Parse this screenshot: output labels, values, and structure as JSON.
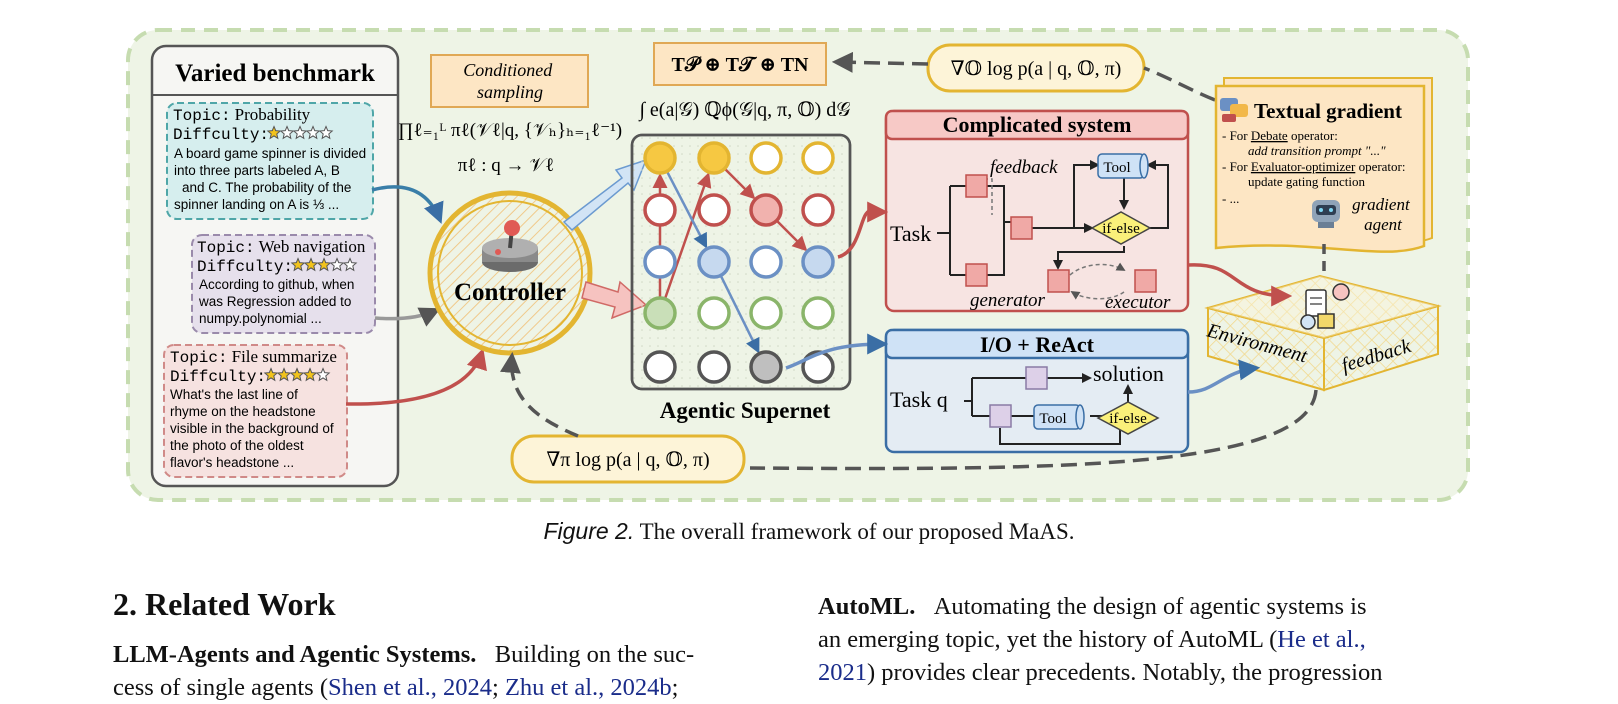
{
  "figure": {
    "benchmark_title": "Varied benchmark",
    "cards": [
      {
        "topic_key": "Topic:",
        "topic": "Probability",
        "diff_key": "Diffculty:",
        "stars": 1,
        "lines": [
          "A board game spinner is divided",
          "into three parts labeled A, B",
          "and C. The probability of the",
          "spinner landing on A is ⅓ ..."
        ]
      },
      {
        "topic_key": "Topic:",
        "topic": "Web navigation",
        "diff_key": "Diffculty:",
        "stars": 3,
        "lines": [
          "According to github, when",
          "was Regression added to",
          "numpy.polynomial  ..."
        ]
      },
      {
        "topic_key": "Topic:",
        "topic": "File summarize",
        "diff_key": "Diffculty:",
        "stars": 4,
        "lines": [
          "What's the last line of",
          "rhyme on the headstone",
          "visible in the background of",
          "the photo of the oldest",
          "flavor's headstone ..."
        ]
      }
    ],
    "conditioned_sampling": [
      "Conditioned",
      "sampling"
    ],
    "product_formula": "∏ℓ₌₁ᴸ πℓ(𝒱ℓ|q, {𝒱ₕ}ₕ₌₁ℓ⁻¹)",
    "policy_formula": "πℓ :  q → 𝒱ℓ",
    "controller_label": "Controller",
    "operator_formula": "T𝒫 ⊕ T𝒯 ⊕ TN",
    "integral_formula": "∫ e(a|𝒢) ℚϕ(𝒢|q, π, 𝕆) d𝒢",
    "supernet_label": "Agentic Supernet",
    "grad_top": "∇𝕆 log p(a | q, 𝕆, π)",
    "grad_bottom": "∇π log p(a | q, 𝕆, π)",
    "complicated": {
      "title": "Complicated system",
      "task": "Task",
      "feedback": "feedback",
      "tool": "Tool",
      "ifelse": "if-else",
      "generator": "generator",
      "executor": "executor"
    },
    "io": {
      "title": "I/O + ReAct",
      "task": "Task q",
      "solution": "solution",
      "tool": "Tool",
      "ifelse": "if-else"
    },
    "textual": {
      "title": "Textual gradient",
      "line1_pre": "- For ",
      "line1_u": "Debate",
      "line1_post": " operator:",
      "line2": "add transition prompt \"...\"",
      "line3_pre": "- For ",
      "line3_u": "Evaluator-optimizer",
      "line3_post": " operator:",
      "line4": "update gating function",
      "line5": "- ...",
      "agent1": "gradient",
      "agent2": "agent"
    },
    "environment": "Environment",
    "env_feedback": "feedback",
    "colors": {
      "yellow": "#e3b531",
      "red": "#c0504d",
      "blue": "#6b90c4",
      "green": "#8ab56a",
      "gray": "#555555",
      "panel_bg": "#eef4e6"
    }
  },
  "caption": {
    "label": "Figure 2.",
    "text": " The overall framework of our proposed MaAS."
  },
  "section": {
    "title": "2. Related Work"
  },
  "left_col": {
    "para_title": "LLM-Agents and Agentic Systems.",
    "line1_rest": "Building on the suc-",
    "line2_pre": "cess of single agents (",
    "cite1": "Shen et al., 2024",
    "sep": "; ",
    "cite2": "Zhu et al., 2024b",
    "line2_post": ";"
  },
  "right_col": {
    "para_title": "AutoML.",
    "line1_rest": "Automating the design of agentic systems is",
    "line2_pre": "an emerging topic, yet the history of AutoML (",
    "cite1": "He et al.,",
    "line3_cite": "2021",
    "line3_rest": ") provides clear precedents. Notably, the progression"
  }
}
